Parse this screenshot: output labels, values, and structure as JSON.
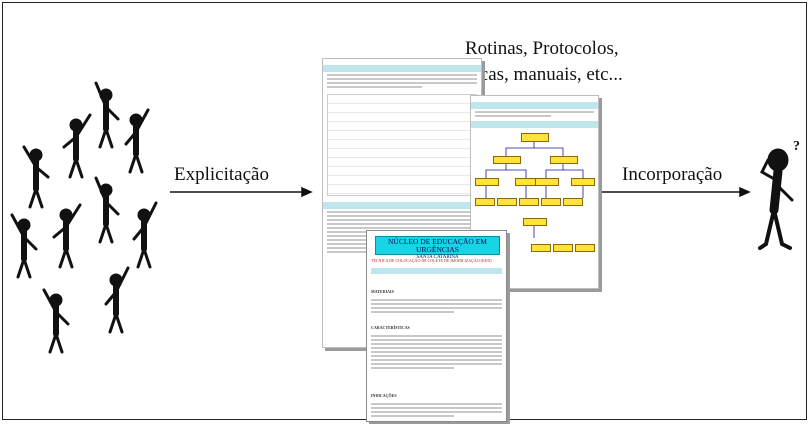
{
  "labels": {
    "explicit": "Explicitação",
    "incorp": "Incorporação",
    "routines_line1": "Rotinas, Protocolos,",
    "routines_line2": "dicas, manuais, etc..."
  },
  "front_document": {
    "title": "NÚCLEO DE EDUCAÇÃO EM URGÊNCIAS",
    "subtitle": "SANTA CATARINA",
    "section_a": "TÉCNICA DE COLOCAÇÃO DE COLETE DE IMOBILIZAÇÃO (KED)",
    "section_b": "MATERIAIS",
    "section_c": "CARACTERÍSTICAS",
    "section_d": "INDICAÇÕES"
  },
  "colors": {
    "cyan": "#19d4e6",
    "yellow": "#ffe23a",
    "light_cyan": "#bfe6ec",
    "ink": "#111111"
  },
  "icons": {
    "crowd": "crowd-of-people-icon",
    "thinker": "confused-thinker-icon"
  }
}
